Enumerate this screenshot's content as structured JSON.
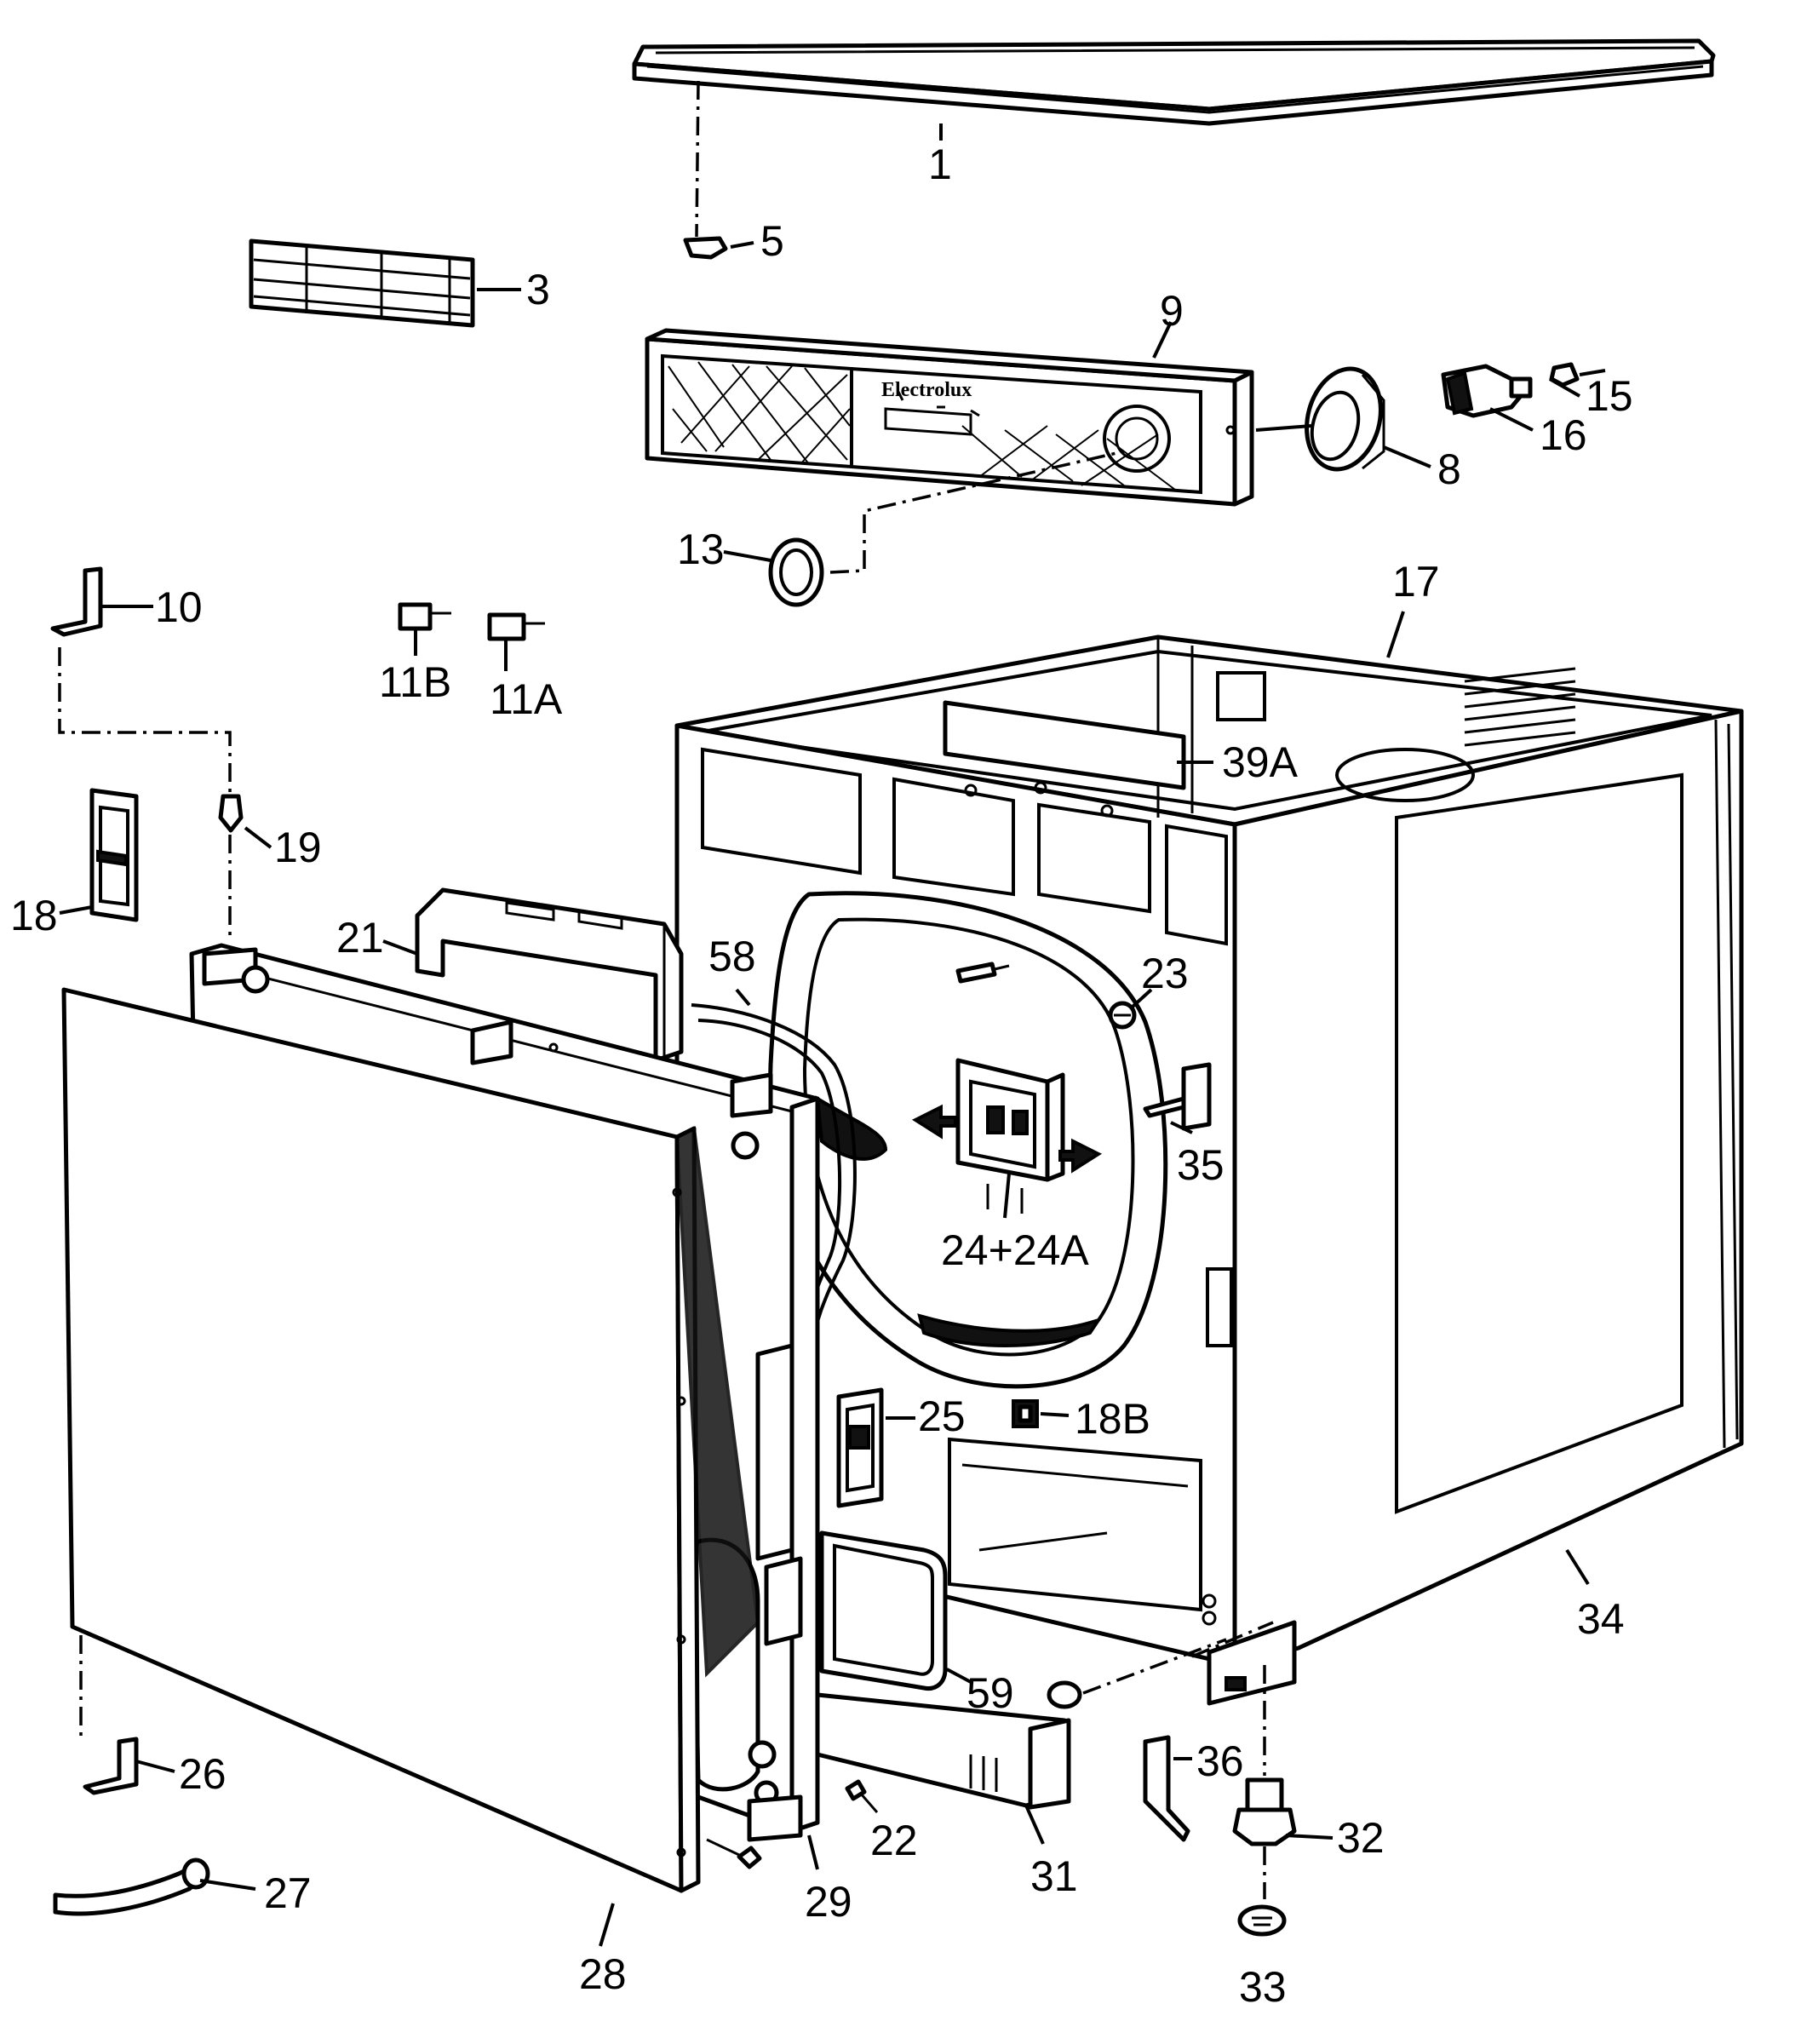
{
  "diagram": {
    "brand_text": "Electrolux",
    "callouts": [
      {
        "id": "c1",
        "label": "1"
      },
      {
        "id": "c3",
        "label": "3"
      },
      {
        "id": "c5",
        "label": "5"
      },
      {
        "id": "c8",
        "label": "8"
      },
      {
        "id": "c9",
        "label": "9"
      },
      {
        "id": "c10",
        "label": "10"
      },
      {
        "id": "c11a",
        "label": "11A"
      },
      {
        "id": "c11b",
        "label": "11B"
      },
      {
        "id": "c13",
        "label": "13"
      },
      {
        "id": "c15",
        "label": "15"
      },
      {
        "id": "c16",
        "label": "16"
      },
      {
        "id": "c17",
        "label": "17"
      },
      {
        "id": "c18",
        "label": "18"
      },
      {
        "id": "c18b",
        "label": "18B"
      },
      {
        "id": "c19",
        "label": "19"
      },
      {
        "id": "c21",
        "label": "21"
      },
      {
        "id": "c22",
        "label": "22"
      },
      {
        "id": "c23",
        "label": "23"
      },
      {
        "id": "c24",
        "label": "24+24A"
      },
      {
        "id": "c25",
        "label": "25"
      },
      {
        "id": "c26",
        "label": "26"
      },
      {
        "id": "c27",
        "label": "27"
      },
      {
        "id": "c28",
        "label": "28"
      },
      {
        "id": "c29",
        "label": "29"
      },
      {
        "id": "c31",
        "label": "31"
      },
      {
        "id": "c32",
        "label": "32"
      },
      {
        "id": "c33",
        "label": "33"
      },
      {
        "id": "c34",
        "label": "34"
      },
      {
        "id": "c35",
        "label": "35"
      },
      {
        "id": "c36",
        "label": "36"
      },
      {
        "id": "c39a",
        "label": "39A"
      },
      {
        "id": "c58",
        "label": "58"
      },
      {
        "id": "c59",
        "label": "59"
      }
    ]
  }
}
